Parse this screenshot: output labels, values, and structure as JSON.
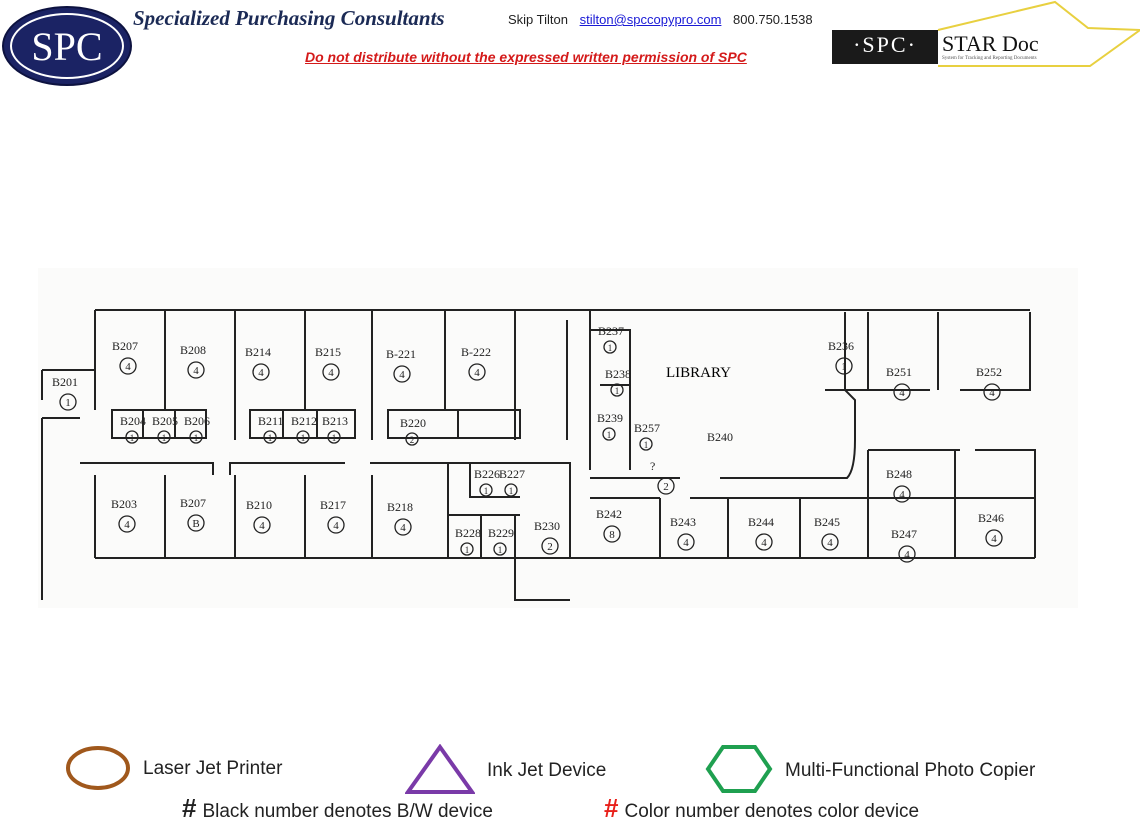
{
  "header": {
    "logo_text": "SPC",
    "company": "Specialized Purchasing Consultants",
    "contact_name": "Skip Tilton",
    "contact_email": "stilton@spccopypro.com",
    "contact_phone": "800.750.1538",
    "warning": "Do not distribute without the expressed written permission of SPC",
    "stardoc_logo": "·SPC·",
    "stardoc_title": "STAR Doc",
    "stardoc_sub": "System for Tracking and Reporting Documents"
  },
  "floorplan": {
    "rooms": [
      {
        "label": "B207",
        "count": "4"
      },
      {
        "label": "B208",
        "count": "4"
      },
      {
        "label": "B201",
        "count": "1"
      },
      {
        "label": "B214",
        "count": "4"
      },
      {
        "label": "B215",
        "count": "4"
      },
      {
        "label": "B-221",
        "count": "4"
      },
      {
        "label": "B-222",
        "count": "4"
      },
      {
        "label": "B204",
        "count": "1"
      },
      {
        "label": "B205",
        "count": "1"
      },
      {
        "label": "B206",
        "count": "1"
      },
      {
        "label": "B211",
        "count": "1"
      },
      {
        "label": "B212",
        "count": "1"
      },
      {
        "label": "B213",
        "count": "1"
      },
      {
        "label": "B220",
        "count": "2"
      },
      {
        "label": "B203",
        "count": "4"
      },
      {
        "label": "B207",
        "count": "B"
      },
      {
        "label": "B210",
        "count": "4"
      },
      {
        "label": "B217",
        "count": "4"
      },
      {
        "label": "B218",
        "count": "4"
      },
      {
        "label": "B226",
        "count": "1"
      },
      {
        "label": "B227",
        "count": "1"
      },
      {
        "label": "B228",
        "count": "1"
      },
      {
        "label": "B229",
        "count": "1"
      },
      {
        "label": "B230",
        "count": "2"
      },
      {
        "label": "B237",
        "count": "1"
      },
      {
        "label": "B238",
        "count": "1"
      },
      {
        "label": "B239",
        "count": "1"
      },
      {
        "label": "B257",
        "count": "1"
      },
      {
        "label": "B240",
        "count": ""
      },
      {
        "label": "?",
        "count": "2"
      },
      {
        "label": "B236",
        "count": "1"
      },
      {
        "label": "B251",
        "count": "4"
      },
      {
        "label": "B252",
        "count": "4"
      },
      {
        "label": "B248",
        "count": "4"
      },
      {
        "label": "B242",
        "count": "8"
      },
      {
        "label": "B243",
        "count": "4"
      },
      {
        "label": "B244",
        "count": "4"
      },
      {
        "label": "B245",
        "count": "4"
      },
      {
        "label": "B247",
        "count": "4"
      },
      {
        "label": "B246",
        "count": "4"
      }
    ],
    "library_label": "LIBRARY"
  },
  "legend": {
    "laser": "Laser Jet Printer",
    "inkjet": "Ink Jet Device",
    "mfp": "Multi-Functional Photo Copier",
    "hash": "#",
    "bw_note": "Black number denotes B/W device",
    "color_note": "Color number denotes color device",
    "colors": {
      "laser": "#a0581c",
      "inkjet": "#7a3aa8",
      "mfp": "#1fa050",
      "color_hash": "#e8201a"
    }
  }
}
